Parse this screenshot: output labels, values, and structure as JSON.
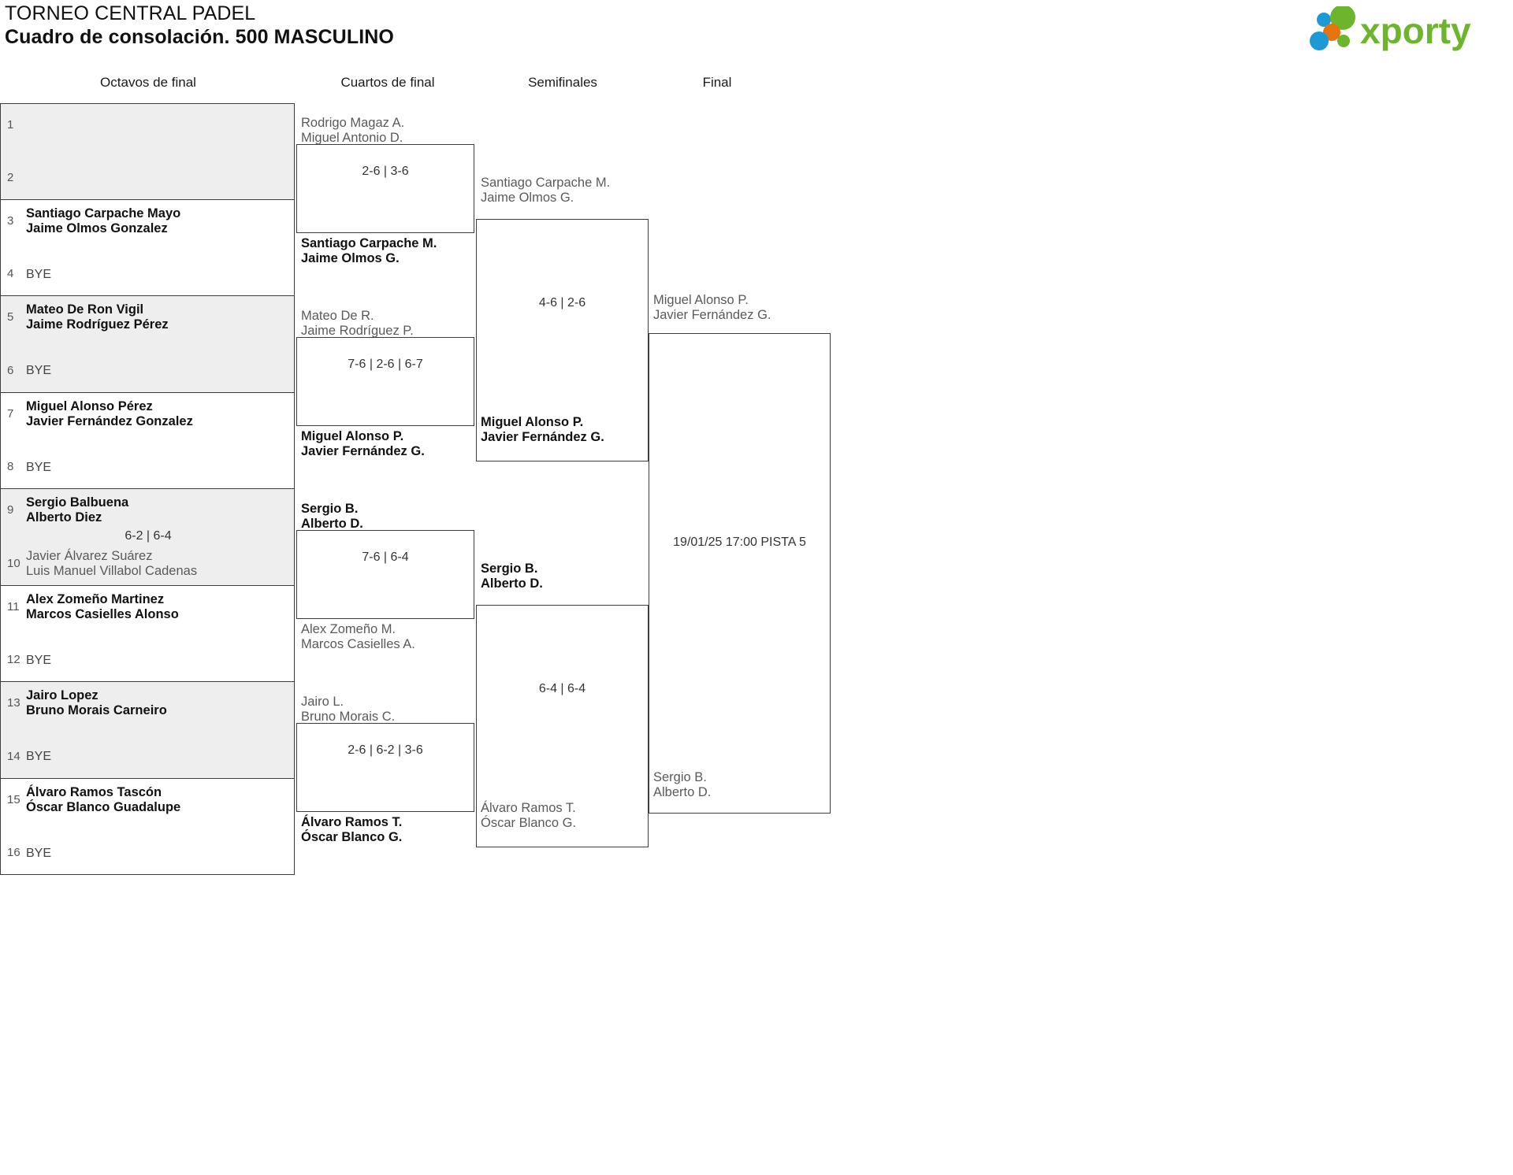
{
  "header": {
    "tournament": "TORNEO CENTRAL PADEL",
    "subtitle": "Cuadro de consolación. 500 MASCULINO",
    "logo_text": "xporty",
    "logo_colors": {
      "green": "#6cb52d",
      "orange": "#e8730c",
      "blue": "#1b9ad6"
    }
  },
  "rounds": [
    {
      "label": "Octavos de final"
    },
    {
      "label": "Cuartos de final"
    },
    {
      "label": "Semifinales"
    },
    {
      "label": "Final"
    }
  ],
  "round1": {
    "blocks": [
      {
        "shaded": true,
        "top": {
          "seed": "1",
          "names": [
            "",
            ""
          ],
          "type": "empty"
        },
        "bottom": {
          "seed": "2",
          "names": [
            "",
            ""
          ],
          "type": "empty"
        },
        "score": ""
      },
      {
        "shaded": false,
        "top": {
          "seed": "3",
          "names": [
            "Santiago Carpache Mayo",
            "Jaime Olmos Gonzalez"
          ],
          "type": "winner"
        },
        "bottom": {
          "seed": "4",
          "names": [
            "BYE"
          ],
          "type": "bye"
        },
        "score": ""
      },
      {
        "shaded": true,
        "top": {
          "seed": "5",
          "names": [
            "Mateo De Ron Vigil",
            "Jaime Rodríguez Pérez"
          ],
          "type": "winner"
        },
        "bottom": {
          "seed": "6",
          "names": [
            "BYE"
          ],
          "type": "bye"
        },
        "score": ""
      },
      {
        "shaded": false,
        "top": {
          "seed": "7",
          "names": [
            "Miguel Alonso Pérez",
            "Javier Fernández Gonzalez"
          ],
          "type": "winner"
        },
        "bottom": {
          "seed": "8",
          "names": [
            "BYE"
          ],
          "type": "bye"
        },
        "score": ""
      },
      {
        "shaded": true,
        "top": {
          "seed": "9",
          "names": [
            "Sergio Balbuena",
            "Alberto Diez"
          ],
          "type": "winner"
        },
        "bottom": {
          "seed": "10",
          "names": [
            "Javier Álvarez Suárez",
            "Luis Manuel Villabol Cadenas"
          ],
          "type": "loser"
        },
        "score": "6-2 | 6-4"
      },
      {
        "shaded": false,
        "top": {
          "seed": "11",
          "names": [
            "Alex Zomeño Martinez",
            "Marcos Casielles Alonso"
          ],
          "type": "winner"
        },
        "bottom": {
          "seed": "12",
          "names": [
            "BYE"
          ],
          "type": "bye"
        },
        "score": ""
      },
      {
        "shaded": true,
        "top": {
          "seed": "13",
          "names": [
            "Jairo Lopez",
            "Bruno Morais Carneiro"
          ],
          "type": "winner"
        },
        "bottom": {
          "seed": "14",
          "names": [
            "BYE"
          ],
          "type": "bye"
        },
        "score": ""
      },
      {
        "shaded": false,
        "top": {
          "seed": "15",
          "names": [
            "Álvaro Ramos Tascón",
            "Óscar Blanco Guadalupe"
          ],
          "type": "winner"
        },
        "bottom": {
          "seed": "16",
          "names": [
            "BYE"
          ],
          "type": "bye"
        },
        "score": ""
      }
    ]
  },
  "round2": {
    "matches": [
      {
        "top": {
          "names": [
            "Rodrigo Magaz A.",
            "Miguel Antonio D."
          ],
          "type": "loser"
        },
        "bottom": {
          "names": [
            "Santiago Carpache M.",
            "Jaime Olmos G."
          ],
          "type": "winner"
        },
        "score": "2-6 | 3-6"
      },
      {
        "top": {
          "names": [
            "Mateo De R.",
            "Jaime Rodríguez P."
          ],
          "type": "loser"
        },
        "bottom": {
          "names": [
            "Miguel Alonso P.",
            "Javier Fernández G."
          ],
          "type": "winner"
        },
        "score": "7-6 | 2-6 | 6-7"
      },
      {
        "top": {
          "names": [
            "Sergio B.",
            "Alberto D."
          ],
          "type": "winner"
        },
        "bottom": {
          "names": [
            "Alex Zomeño M.",
            "Marcos Casielles A."
          ],
          "type": "loser"
        },
        "score": "7-6 | 6-4"
      },
      {
        "top": {
          "names": [
            "Jairo L.",
            "Bruno Morais C."
          ],
          "type": "loser"
        },
        "bottom": {
          "names": [
            "Álvaro Ramos T.",
            "Óscar Blanco G."
          ],
          "type": "winner"
        },
        "score": "2-6 | 6-2 | 3-6"
      }
    ]
  },
  "round3": {
    "matches": [
      {
        "top": {
          "names": [
            "Santiago Carpache M.",
            "Jaime Olmos G."
          ],
          "type": "loser"
        },
        "bottom": {
          "names": [
            "Miguel Alonso P.",
            "Javier Fernández G."
          ],
          "type": "winner"
        },
        "score": "4-6 | 2-6"
      },
      {
        "top": {
          "names": [
            "Sergio B.",
            "Alberto D."
          ],
          "type": "winner"
        },
        "bottom": {
          "names": [
            "Álvaro Ramos T.",
            "Óscar Blanco G."
          ],
          "type": "loser"
        },
        "score": "6-4 | 6-4"
      }
    ]
  },
  "round4": {
    "match": {
      "top": {
        "names": [
          "Miguel Alonso P.",
          "Javier Fernández G."
        ],
        "type": "loser"
      },
      "bottom": {
        "names": [
          "Sergio B.",
          "Alberto D."
        ],
        "type": "loser"
      },
      "meta": "19/01/25 17:00 PISTA 5"
    }
  }
}
